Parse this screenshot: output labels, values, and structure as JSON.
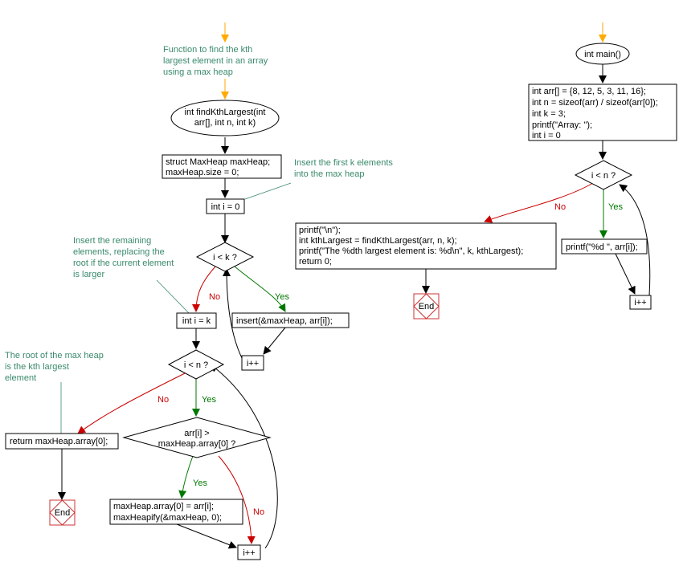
{
  "left": {
    "comment_func": [
      "Function to find the kth",
      "largest element in an array",
      "using a max heap"
    ],
    "func_start": [
      "int findKthLargest(int",
      "arr[], int n, int k)"
    ],
    "init_heap": [
      "struct MaxHeap maxHeap;",
      "maxHeap.size = 0;"
    ],
    "comment_insert_first": [
      "Insert the first k elements",
      "into the max heap"
    ],
    "init_i": "int i = 0",
    "cond_i_k": "i < k ?",
    "comment_remaining": [
      "Insert the remaining",
      "elements, replacing the",
      "root if the current element",
      "is larger"
    ],
    "no_label_1": "No",
    "yes_label_1": "Yes",
    "set_i_k": "int i = k",
    "insert_stmt": "insert(&maxHeap, arr[i]);",
    "inc_1": "i++",
    "comment_root": [
      "The root of the max heap",
      "is the kth largest",
      "element"
    ],
    "cond_i_n": "i < n ?",
    "no_label_2": "No",
    "yes_label_2": "Yes",
    "return_stmt": "return maxHeap.array[0];",
    "cond_compare": [
      "arr[i] >",
      "maxHeap.array[0] ?"
    ],
    "yes_label_3": "Yes",
    "no_label_3": "No",
    "end_label": "End",
    "replace_stmt": [
      "maxHeap.array[0] = arr[i];",
      "maxHeapify(&maxHeap, 0);"
    ],
    "inc_2": "i++"
  },
  "right": {
    "main_start": "int main()",
    "init_block": [
      "int arr[] = {8, 12, 5, 3, 11, 16};",
      "int n = sizeof(arr) / sizeof(arr[0]);",
      "int k = 3;",
      "printf(\"Array: \");",
      "int i = 0"
    ],
    "cond_i_n": "i < n ?",
    "no_label": "No",
    "yes_label": "Yes",
    "final_block": [
      "printf(\"\\n\");",
      "int kthLargest = findKthLargest(arr, n, k);",
      "printf(\"The %dth largest element is: %d\\n\", k, kthLargest);",
      "return 0;"
    ],
    "print_stmt": "printf(\"%d \", arr[i]);",
    "end_label": "End",
    "inc": "i++"
  }
}
